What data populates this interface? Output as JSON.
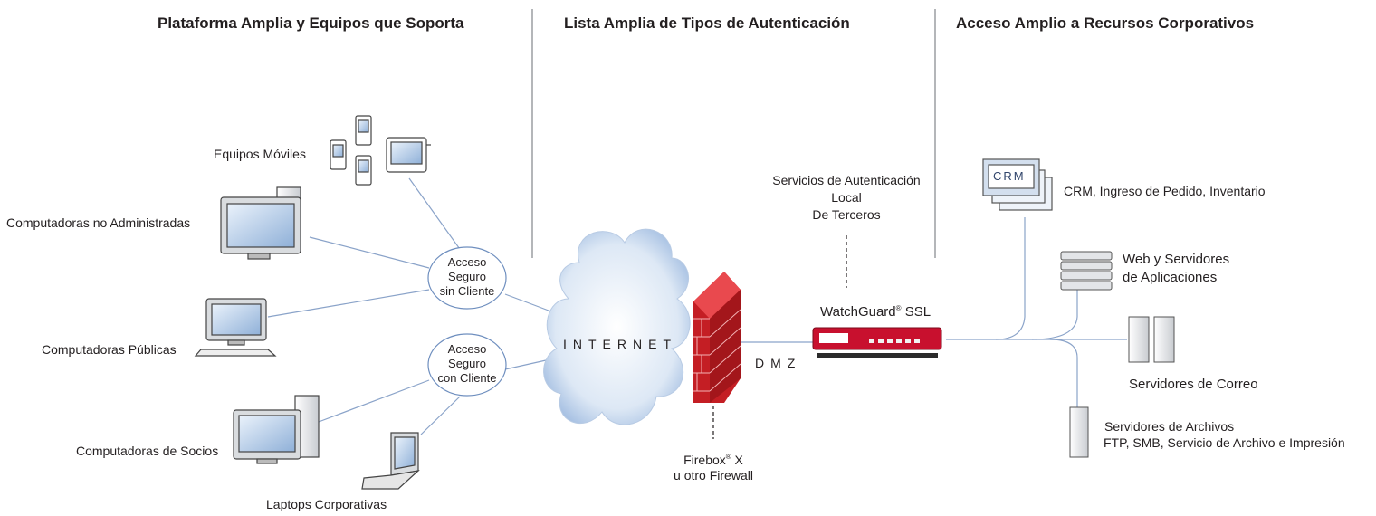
{
  "headers": {
    "left": "Plataforma Amplia y Equipos que Soporta",
    "center": "Lista Amplia de Tipos de Autenticación",
    "right": "Acceso Amplio a Recursos Corporativos"
  },
  "clients": {
    "mobile": "Equipos Móviles",
    "unmanaged": "Computadoras no Administradas",
    "public": "Computadoras Públicas",
    "partners": "Computadoras de Socios",
    "laptops": "Laptops Corporativas"
  },
  "access": {
    "clientless": [
      "Acceso",
      "Seguro",
      "sin Cliente"
    ],
    "client": [
      "Acceso",
      "Seguro",
      "con Cliente"
    ]
  },
  "network": {
    "internet": "INTERNET",
    "dmz": "DMZ",
    "firewall_name": "Firebox",
    "firewall_suffix": " X",
    "firewall_line2": "u otro Firewall",
    "appliance_name": "WatchGuard",
    "appliance_suffix": " SSL",
    "trademark": "®",
    "auth_services": [
      "Servicios de Autenticación",
      "Local",
      "De Terceros"
    ]
  },
  "resources": {
    "crm_badge": "CRM",
    "crm": "CRM, Ingreso de Pedido, Inventario",
    "web": [
      "Web y Servidores",
      "de Aplicaciones"
    ],
    "mail": "Servidores de Correo",
    "files": [
      "Servidores de Archivos",
      "FTP, SMB, Servicio de Archivo e Impresión"
    ]
  },
  "colors": {
    "line": "#7f9cc4",
    "firewall_red": "#d7262d",
    "appliance_red": "#c8102e",
    "cloud": "#cbdcf0",
    "divider": "#a7a9ac"
  }
}
